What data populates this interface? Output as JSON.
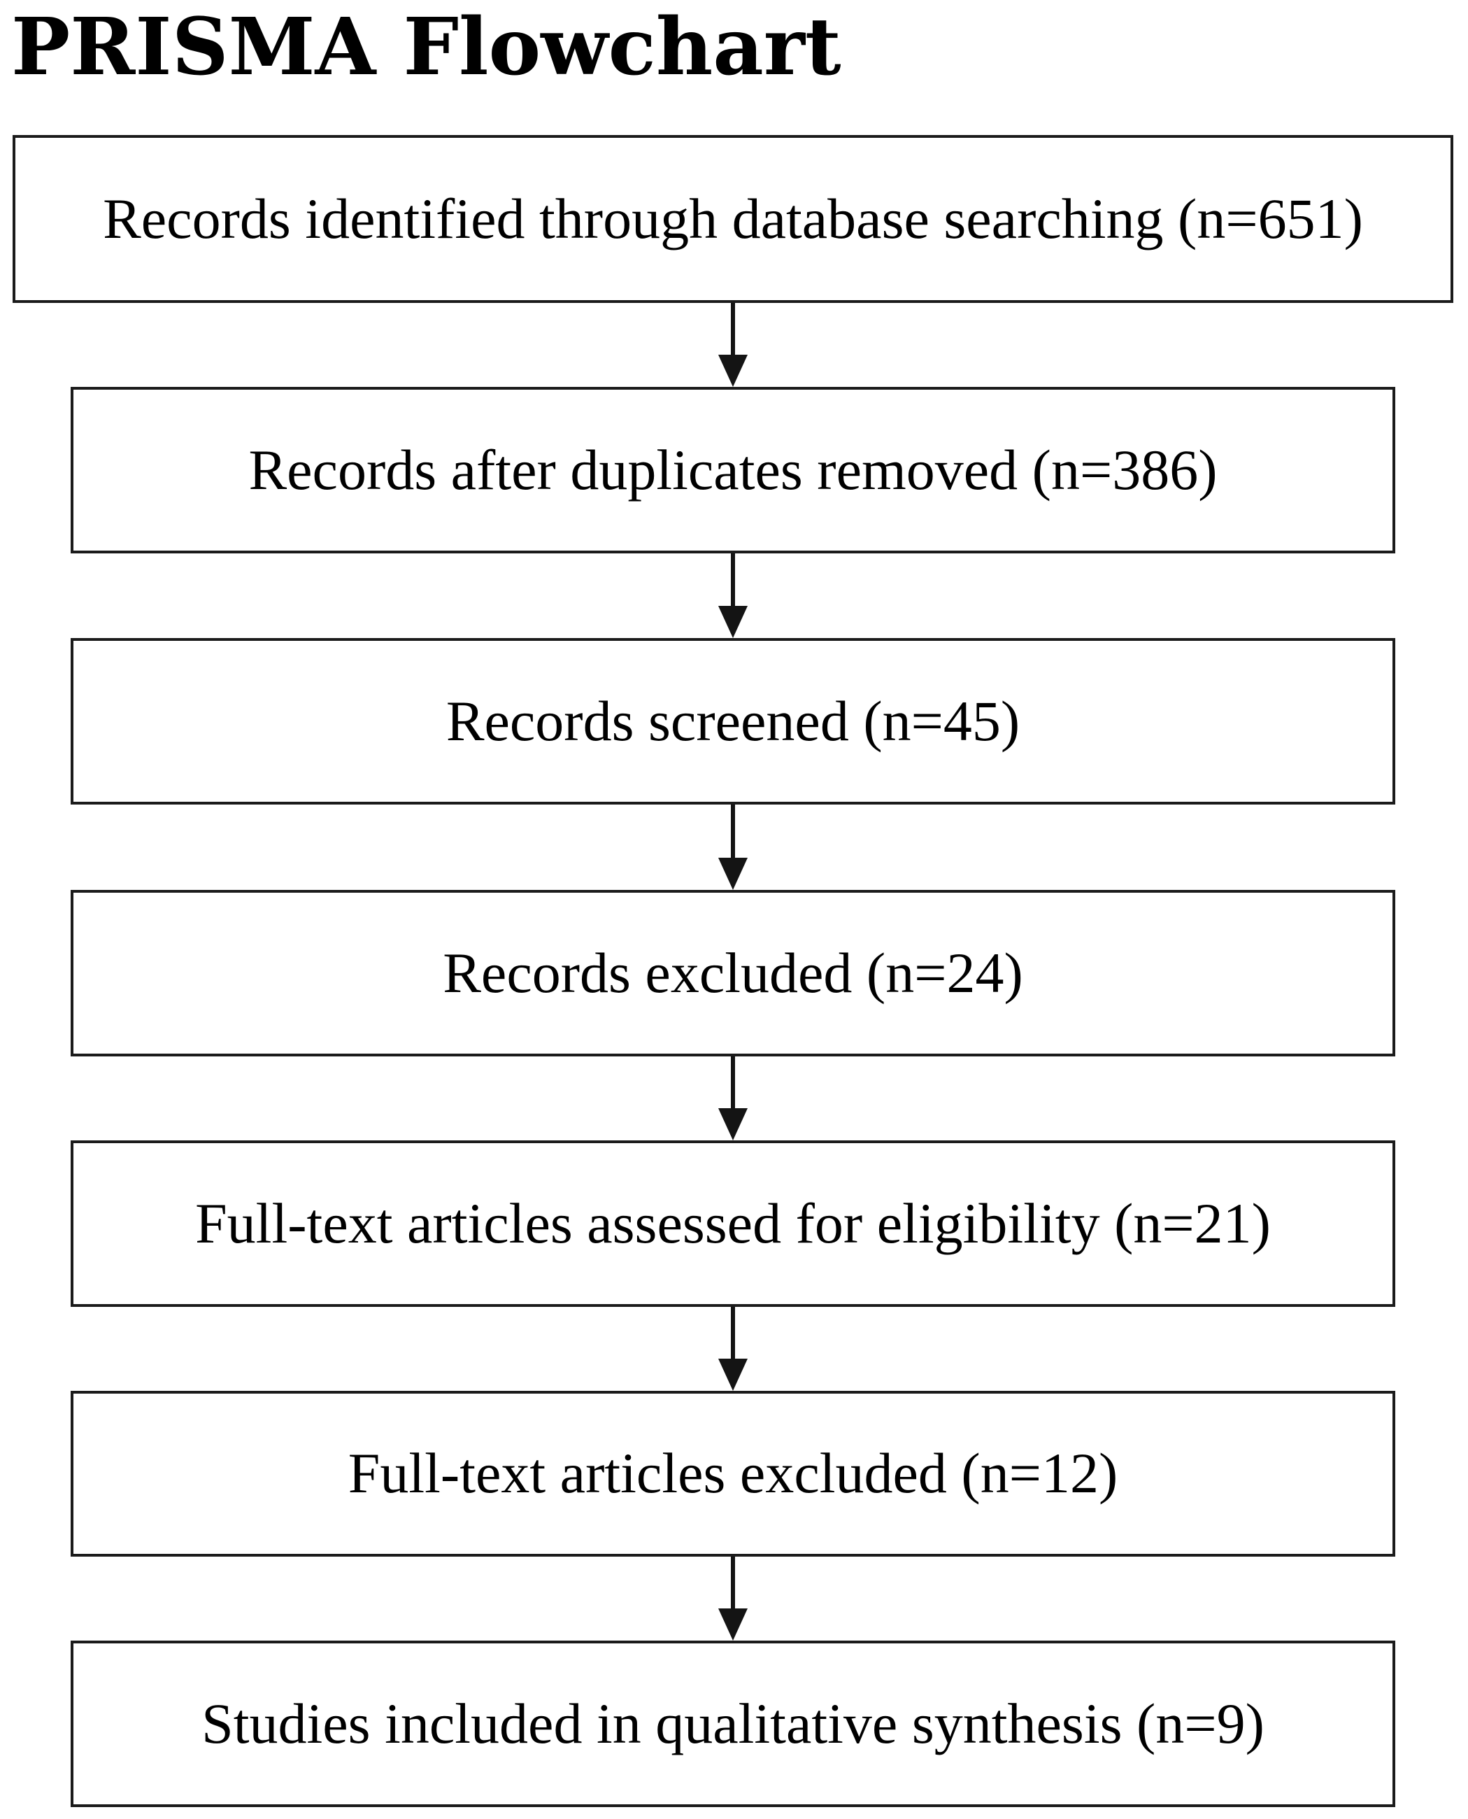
{
  "title": "PRISMA Flowchart",
  "colors": {
    "background": "#ffffff",
    "box_border": "#1b1b1b",
    "text": "#000000",
    "arrow": "#141414"
  },
  "flowchart": {
    "direction": "top-down",
    "connector_style": "solid-arrow-down",
    "nodes": [
      {
        "label": "Records identified through database searching (n=651)",
        "n": 651
      },
      {
        "label": "Records after duplicates removed (n=386)",
        "n": 386
      },
      {
        "label": "Records screened (n=45)",
        "n": 45
      },
      {
        "label": "Records excluded (n=24)",
        "n": 24
      },
      {
        "label": "Full-text articles assessed for eligibility (n=21)",
        "n": 21
      },
      {
        "label": "Full-text articles excluded (n=12)",
        "n": 12
      },
      {
        "label": "Studies included in qualitative synthesis (n=9)",
        "n": 9
      }
    ]
  }
}
